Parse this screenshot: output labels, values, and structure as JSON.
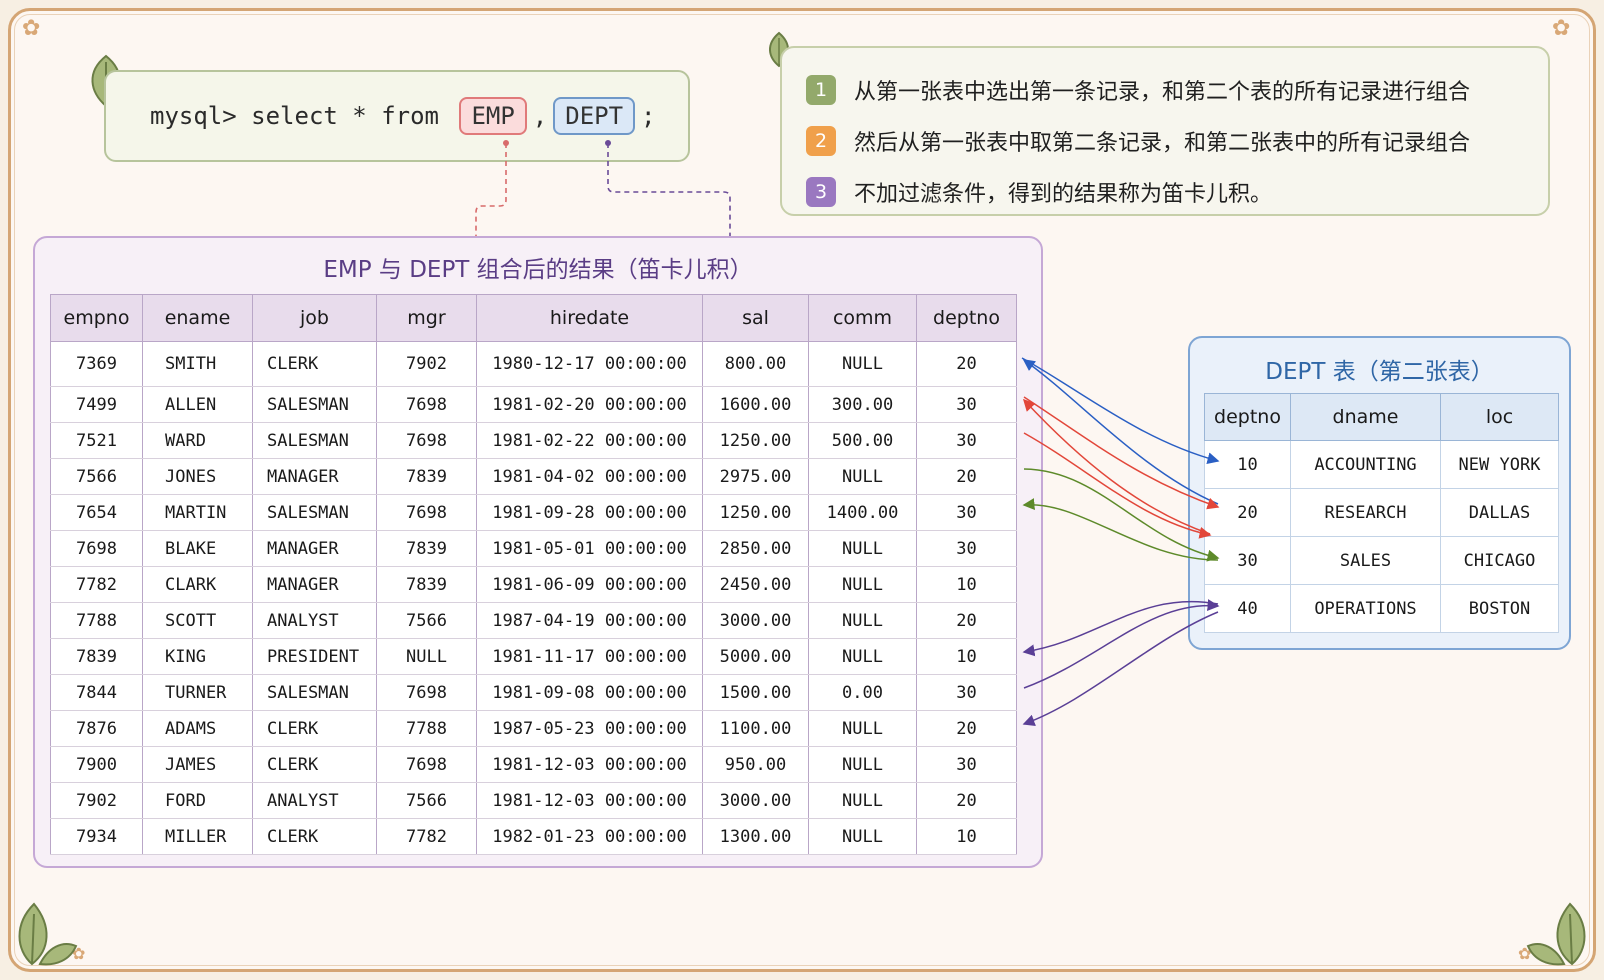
{
  "sql": {
    "prompt": "mysql> select * from ",
    "table1": "EMP",
    "comma": ",",
    "table2": "DEPT",
    "semicolon": ";"
  },
  "notes": [
    {
      "num": "1",
      "color": "#93a96b",
      "text": "从第一张表中选出第一条记录，和第二个表的所有记录进行组合"
    },
    {
      "num": "2",
      "color": "#f0a04b",
      "text": "然后从第一张表中取第二条记录，和第二张表中的所有记录组合"
    },
    {
      "num": "3",
      "color": "#9a78c0",
      "text": "不加过滤条件，得到的结果称为笛卡儿积。"
    }
  ],
  "emp": {
    "title": "EMP 与 DEPT 组合后的结果（笛卡儿积）",
    "columns": [
      "empno",
      "ename",
      "job",
      "mgr",
      "hiredate",
      "sal",
      "comm",
      "deptno"
    ],
    "rows": [
      [
        "7369",
        "SMITH",
        "CLERK",
        "7902",
        "1980-12-17 00:00:00",
        "800.00",
        "NULL",
        "20"
      ],
      [
        "7499",
        "ALLEN",
        "SALESMAN",
        "7698",
        "1981-02-20 00:00:00",
        "1600.00",
        "300.00",
        "30"
      ],
      [
        "7521",
        "WARD",
        "SALESMAN",
        "7698",
        "1981-02-22 00:00:00",
        "1250.00",
        "500.00",
        "30"
      ],
      [
        "7566",
        "JONES",
        "MANAGER",
        "7839",
        "1981-04-02 00:00:00",
        "2975.00",
        "NULL",
        "20"
      ],
      [
        "7654",
        "MARTIN",
        "SALESMAN",
        "7698",
        "1981-09-28 00:00:00",
        "1250.00",
        "1400.00",
        "30"
      ],
      [
        "7698",
        "BLAKE",
        "MANAGER",
        "7839",
        "1981-05-01 00:00:00",
        "2850.00",
        "NULL",
        "30"
      ],
      [
        "7782",
        "CLARK",
        "MANAGER",
        "7839",
        "1981-06-09 00:00:00",
        "2450.00",
        "NULL",
        "10"
      ],
      [
        "7788",
        "SCOTT",
        "ANALYST",
        "7566",
        "1987-04-19 00:00:00",
        "3000.00",
        "NULL",
        "20"
      ],
      [
        "7839",
        "KING",
        "PRESIDENT",
        "NULL",
        "1981-11-17 00:00:00",
        "5000.00",
        "NULL",
        "10"
      ],
      [
        "7844",
        "TURNER",
        "SALESMAN",
        "7698",
        "1981-09-08 00:00:00",
        "1500.00",
        "0.00",
        "30"
      ],
      [
        "7876",
        "ADAMS",
        "CLERK",
        "7788",
        "1987-05-23 00:00:00",
        "1100.00",
        "NULL",
        "20"
      ],
      [
        "7900",
        "JAMES",
        "CLERK",
        "7698",
        "1981-12-03 00:00:00",
        "950.00",
        "NULL",
        "30"
      ],
      [
        "7902",
        "FORD",
        "ANALYST",
        "7566",
        "1981-12-03 00:00:00",
        "3000.00",
        "NULL",
        "20"
      ],
      [
        "7934",
        "MILLER",
        "CLERK",
        "7782",
        "1982-01-23 00:00:00",
        "1300.00",
        "NULL",
        "10"
      ]
    ]
  },
  "dept": {
    "title": "DEPT 表（第二张表）",
    "columns": [
      "deptno",
      "dname",
      "loc"
    ],
    "rows": [
      [
        "10",
        "ACCOUNTING",
        "NEW YORK"
      ],
      [
        "20",
        "RESEARCH",
        "DALLAS"
      ],
      [
        "30",
        "SALES",
        "CHICAGO"
      ],
      [
        "40",
        "OPERATIONS",
        "BOSTON"
      ]
    ]
  },
  "colors": {
    "emp_highlight": "#e07a7a",
    "dept_highlight": "#6f98c8",
    "arrow_dept10": "#2a5fc4",
    "arrow_dept20": "#e2473a",
    "arrow_dept30": "#5d8a2a",
    "arrow_dept40": "#5a3f96"
  }
}
